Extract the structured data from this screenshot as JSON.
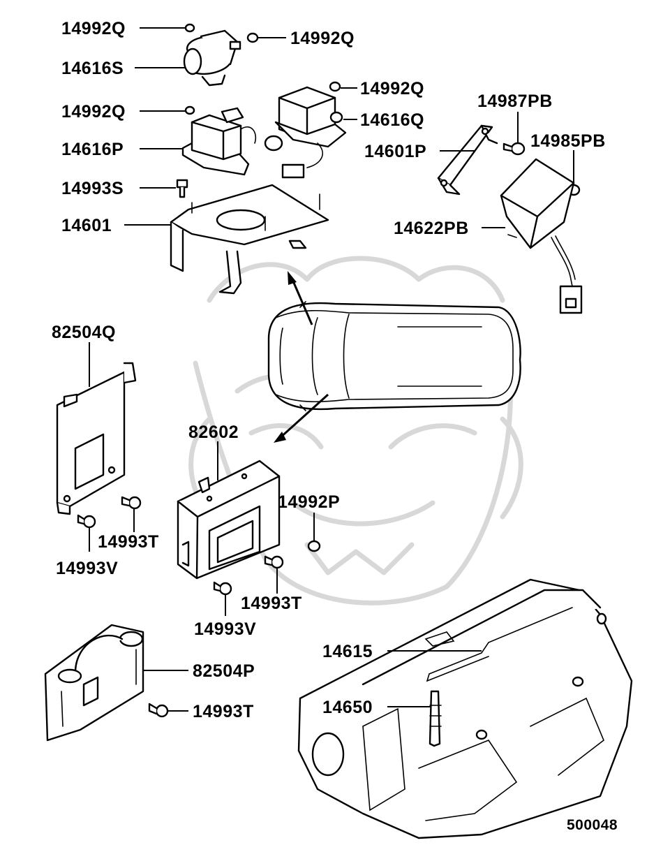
{
  "diagram": {
    "reference_code": "500048",
    "labels": {
      "nut_q_1": "14992Q",
      "nut_q_2": "14992Q",
      "relay_s": "14616S",
      "nut_q_3": "14992Q",
      "relay_q": "14616Q",
      "nut_q_4": "14992Q",
      "relay_p": "14616P",
      "bolt_s": "14993S",
      "bracket": "14601",
      "bolt_pb": "14987PB",
      "bracket_p": "14601P",
      "nut_pb": "14985PB",
      "controller_pb": "14622PB",
      "bracket_q": "82504Q",
      "ecu": "82602",
      "nut_p": "14992P",
      "bolt_t_1": "14993T",
      "bolt_v_1": "14993V",
      "bolt_t_2": "14993T",
      "bolt_v_2": "14993V",
      "bracket_82504p": "82504P",
      "bolt_t_3": "14993T",
      "harness": "14615",
      "glow_plug": "14650"
    }
  }
}
